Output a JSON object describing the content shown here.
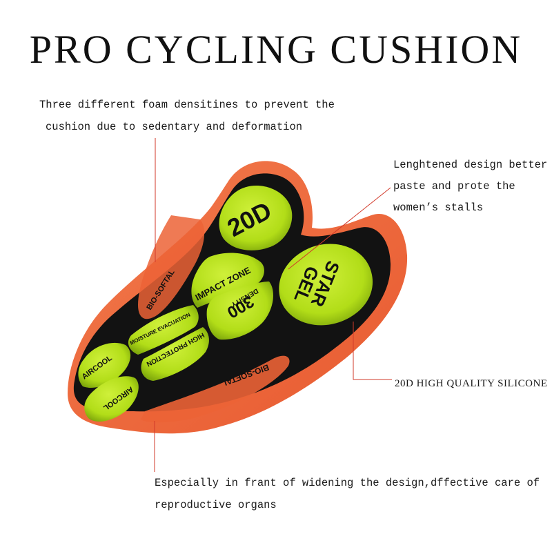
{
  "title": "PRO CYCLING CUSHION",
  "annotations": {
    "foam_line1": "Three different foam densitines to prevent the",
    "foam_line2": "cushion due to sedentary and deformation",
    "length_line1": "Lenghtened design better",
    "length_line2": "paste and prote the",
    "length_line3": "women’s stalls",
    "silicone": "20D HIGH QUALITY SILICONE",
    "front_line1": "Especially in frant of widening the design,dffective care of",
    "front_line2": "reproductive organs"
  },
  "pad_labels": {
    "d20": "20D",
    "star": "STAR",
    "gel": "GEL",
    "impact": "IMPACT ZONE",
    "density_num": "300",
    "density": "DENSITY",
    "moisture": "MOISTURE EVACUATION",
    "high_protection": "HIGH PROTECTION",
    "aircool_a": "AIRCOOL",
    "aircool_b": "AIRCOOL",
    "biosoftal_a": "BIO-SOFTAL",
    "biosoftal_b": "BIO-SOFTAL"
  },
  "colors": {
    "foam_orange": "#f06a3c",
    "gel_green": "#b7e21a",
    "base_black": "#121212",
    "leader_red": "#d23a2a"
  }
}
